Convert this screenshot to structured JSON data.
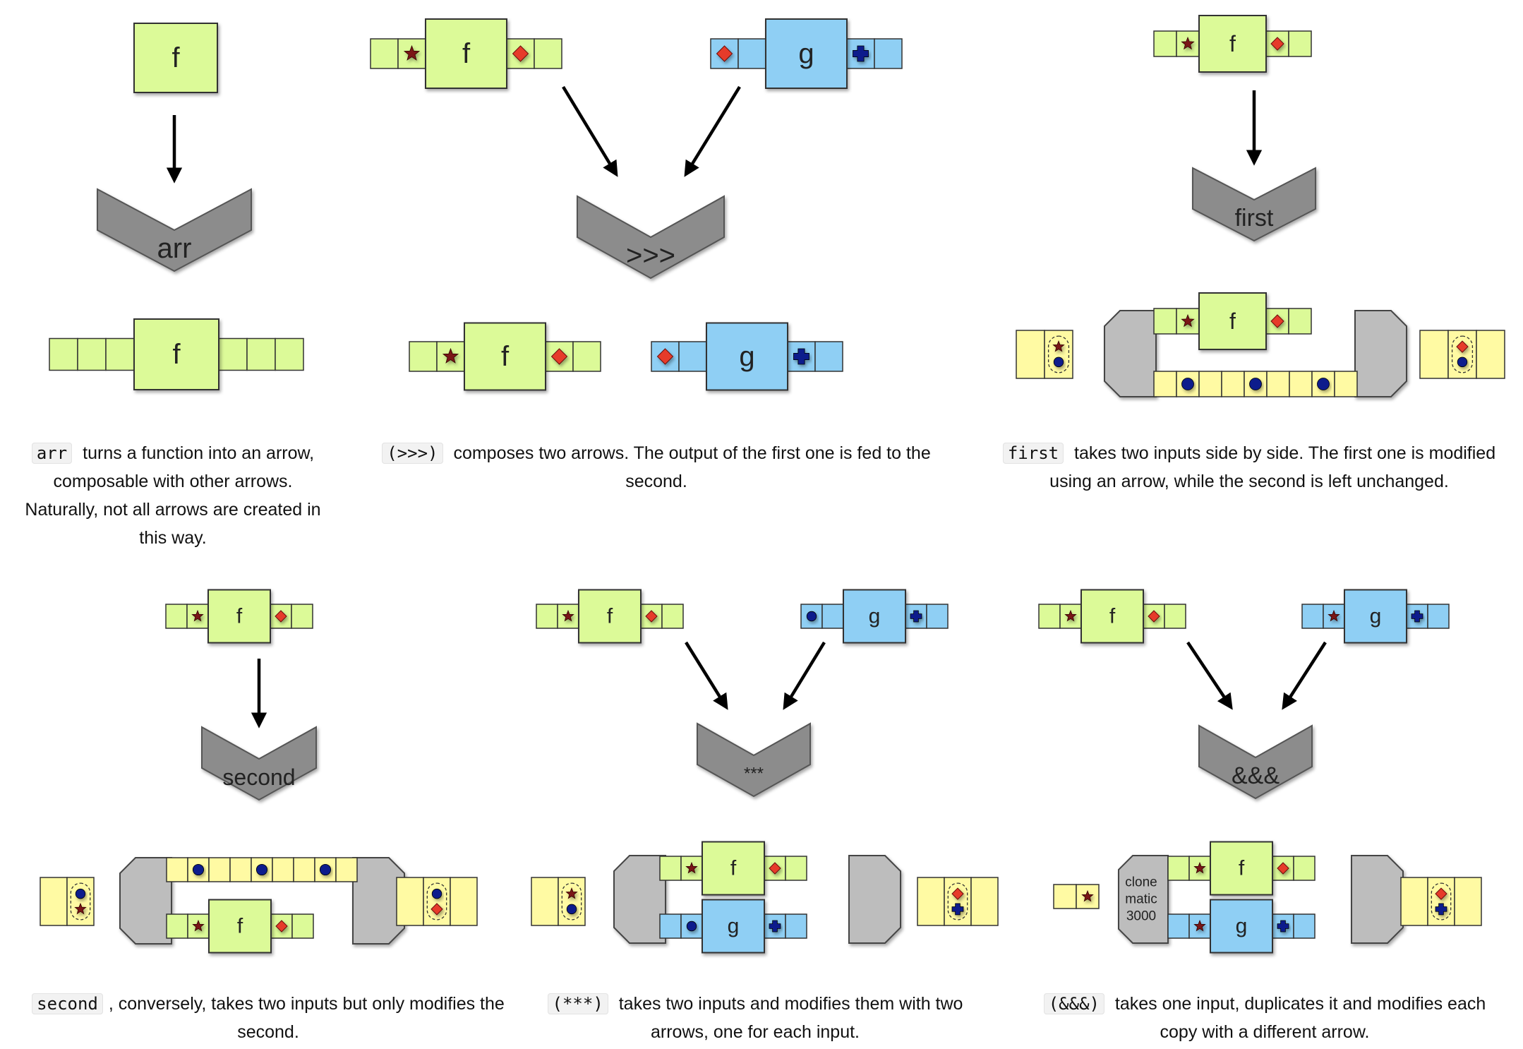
{
  "colors": {
    "green": "#dcfa98",
    "blue": "#8fcff4",
    "yellow": "#fffaa3",
    "gray": "#bdbdbd",
    "dark_gray": "#8c8c8c",
    "red": "#e63a2a",
    "navy": "#0b1f8c",
    "star": "#7a1515"
  },
  "panels": [
    {
      "id": "arr",
      "chevron": "arr",
      "code": "arr",
      "text": " turns a function into an arrow, composable with other arrows. Naturally, not all arrows are created in this way.",
      "boxes": [
        "f"
      ]
    },
    {
      "id": "compose",
      "chevron": ">>>",
      "code": "(>>>)",
      "text": " composes two arrows. The output of the first one is fed to the second.",
      "boxes": [
        "f",
        "g"
      ]
    },
    {
      "id": "first",
      "chevron": "first",
      "code": "first",
      "text": " takes two inputs side by side. The first one is modified using an arrow, while the second is left unchanged.",
      "boxes": [
        "f"
      ]
    },
    {
      "id": "second",
      "chevron": "second",
      "code": "second",
      "text": ", conversely, takes two inputs but only modifies the second.",
      "boxes": [
        "f"
      ]
    },
    {
      "id": "split",
      "chevron": "***",
      "code": "(***)",
      "text": " takes two inputs and modifies them with two arrows, one for each input.",
      "boxes": [
        "f",
        "g"
      ]
    },
    {
      "id": "fanout",
      "chevron": "&&&",
      "code": "(&&&)",
      "text": " takes one input, duplicates it and modifies each copy with a different arrow.",
      "boxes": [
        "f",
        "g"
      ]
    }
  ],
  "clone_label": [
    "clone",
    "matic",
    "3000"
  ]
}
